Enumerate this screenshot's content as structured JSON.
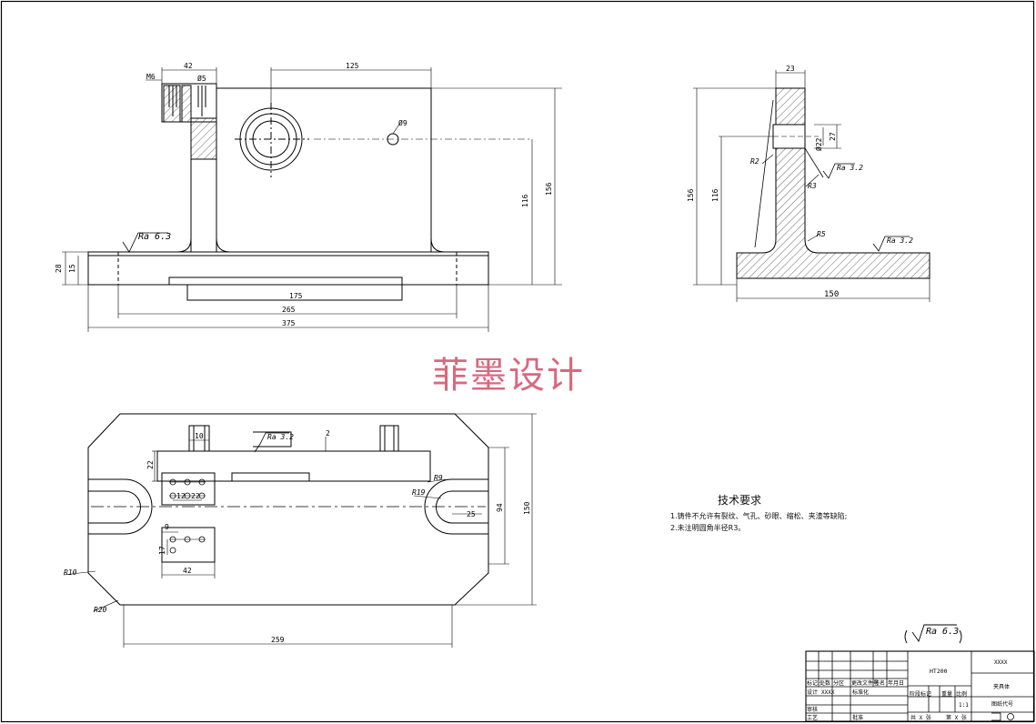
{
  "watermark": "菲墨设计",
  "technical_requirements": {
    "title": "技术要求",
    "items": [
      "1.铸件不允许有裂纹、气孔、砂眼、缩松、夹渣等缺陷;",
      "2.未注明圆角半径R3。"
    ]
  },
  "front_view": {
    "dims": {
      "d42": "42",
      "m6": "M6",
      "phi5": "Ø5",
      "d125": "125",
      "phi9": "Ø9",
      "d116": "116",
      "d156": "156",
      "d28": "28",
      "d15": "15",
      "d175": "175",
      "d265": "265",
      "d375": "375"
    },
    "roughness": "Ra 6.3"
  },
  "side_view": {
    "dims": {
      "d23": "23",
      "phi22": "Ø22",
      "d27": "27",
      "d156": "156",
      "d116": "116",
      "r2": "R2",
      "r3": "R3",
      "r5": "R5",
      "d150": "150"
    },
    "roughness_a": "Ra 3.2",
    "roughness_b": "Ra 3.2"
  },
  "top_view": {
    "dims": {
      "d10": "10",
      "d2": "2",
      "d22a": "22",
      "d12": "12",
      "d22b": "22",
      "r9": "R9",
      "r19": "R19",
      "d25": "25",
      "d94": "94",
      "d150": "150",
      "d9": "9",
      "d17": "17",
      "d42": "42",
      "r10": "R10",
      "r20": "R20",
      "d259": "259"
    },
    "roughness": "Ra 3.2"
  },
  "general_roughness": "Ra 6.3",
  "title_block": {
    "material": "HT200",
    "drawing_no": "XXXX",
    "part_name": "夹具体",
    "scale": "1:1",
    "drawing_code": "图纸代号",
    "row_mark": "标记",
    "row_count": "处数",
    "row_zone": "分区",
    "row_change": "更改文件号",
    "row_sign": "签名",
    "row_date": "年月日",
    "designer": "设计",
    "designer_name": "XXXX",
    "standardize": "标准化",
    "stage_mark": "阶段标记",
    "weight": "重量",
    "scale_label": "比例",
    "check": "审核",
    "process": "工艺",
    "approve": "批准",
    "sheets_total": "共 X 张",
    "sheet_no": "第 X 张"
  }
}
